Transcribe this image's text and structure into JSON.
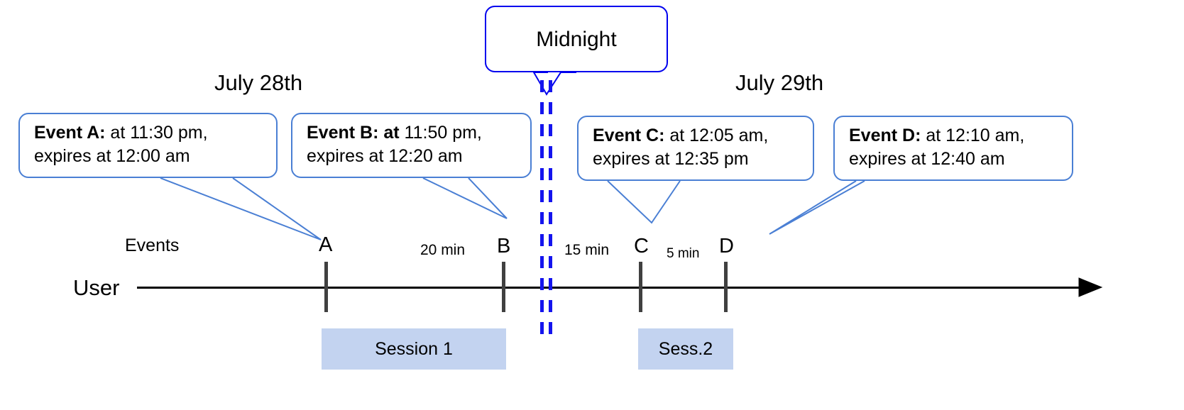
{
  "diagram": {
    "title_midnight": "Midnight",
    "dates": [
      {
        "label": "July 28th"
      },
      {
        "label": "July 29th"
      }
    ],
    "row_labels": {
      "events": "Events",
      "user": "User"
    },
    "callouts": [
      {
        "id": "event-a",
        "bold": "Event A:",
        "rest_line1": " at 11:30 pm,",
        "line2": "expires at 12:00 am"
      },
      {
        "id": "event-b",
        "bold": "Event B: at",
        "rest_line1": " 11:50 pm,",
        "line2": "expires at 12:20 am"
      },
      {
        "id": "event-c",
        "bold": "Event C:",
        "rest_line1": " at 12:05 am,",
        "line2": "expires at 12:35 pm"
      },
      {
        "id": "event-d",
        "bold": "Event D:",
        "rest_line1": "  at 12:10 am,",
        "line2": "expires at 12:40 am"
      }
    ],
    "ticks": [
      {
        "letter": "A"
      },
      {
        "letter": "B"
      },
      {
        "letter": "C"
      },
      {
        "letter": "D"
      }
    ],
    "gaps": [
      {
        "label": "20 min"
      },
      {
        "label": "15 min"
      },
      {
        "label": "5 min"
      }
    ],
    "sessions": [
      {
        "label": "Session 1"
      },
      {
        "label": "Sess.2"
      }
    ],
    "colors": {
      "callout_border": "#4a7fd4",
      "midnight_border": "#0000ee",
      "midnight_dash": "#1414ee",
      "session_fill": "#c3d3f0",
      "axis": "#000000",
      "tick": "#404040"
    }
  }
}
